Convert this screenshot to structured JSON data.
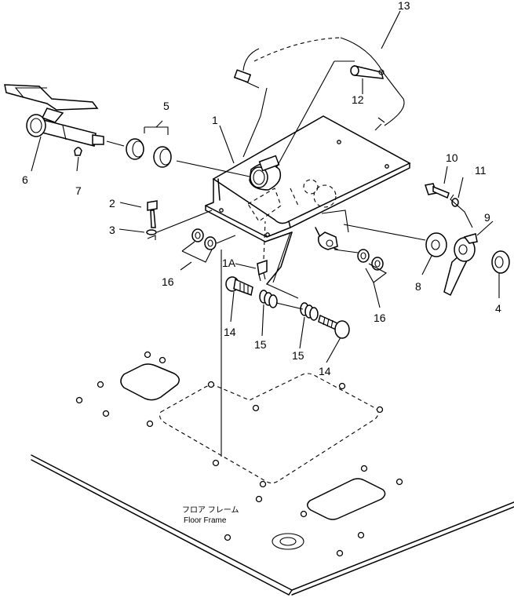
{
  "callouts": {
    "c1": "1",
    "c1a": "1A",
    "c2": "2",
    "c3": "3",
    "c4": "4",
    "c5": "5",
    "c6": "6",
    "c7": "7",
    "c8": "8",
    "c9": "9",
    "c10": "10",
    "c11": "11",
    "c12": "12",
    "c13": "13",
    "c14a": "14",
    "c14b": "14",
    "c15a": "15",
    "c15b": "15",
    "c16a": "16",
    "c16b": "16"
  },
  "floor_label": {
    "jp": "フロア フレーム",
    "en": "Floor Frame"
  }
}
